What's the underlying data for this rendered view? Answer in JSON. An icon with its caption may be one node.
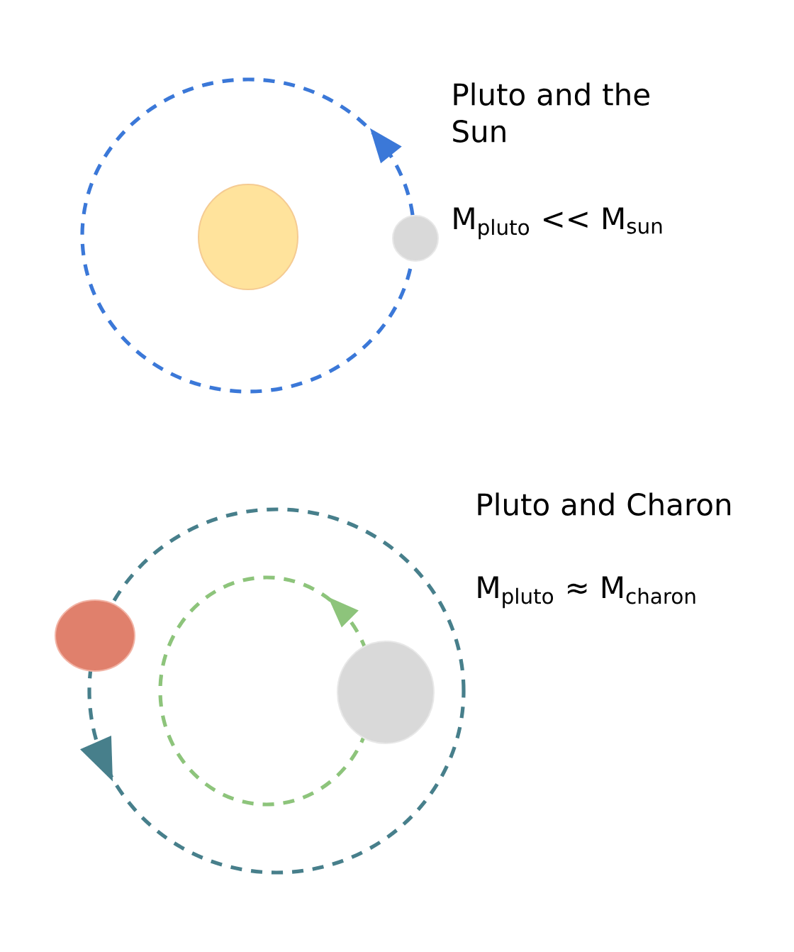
{
  "diagram": {
    "nodes": [
      {
        "text": [],
        "shape": "circle"
      },
      {
        "text": [],
        "shape": "circle"
      },
      {
        "text": [],
        "shape": "circle"
      },
      {
        "text": [],
        "shape": "circle"
      }
    ],
    "labels": [
      "Pluto and the Sun",
      "M$_{pluto}$ << M$_{sun}$",
      "Pluto and Charon",
      "M$_{pluto}$ ≈ M$_{charon}$"
    ]
  }
}
